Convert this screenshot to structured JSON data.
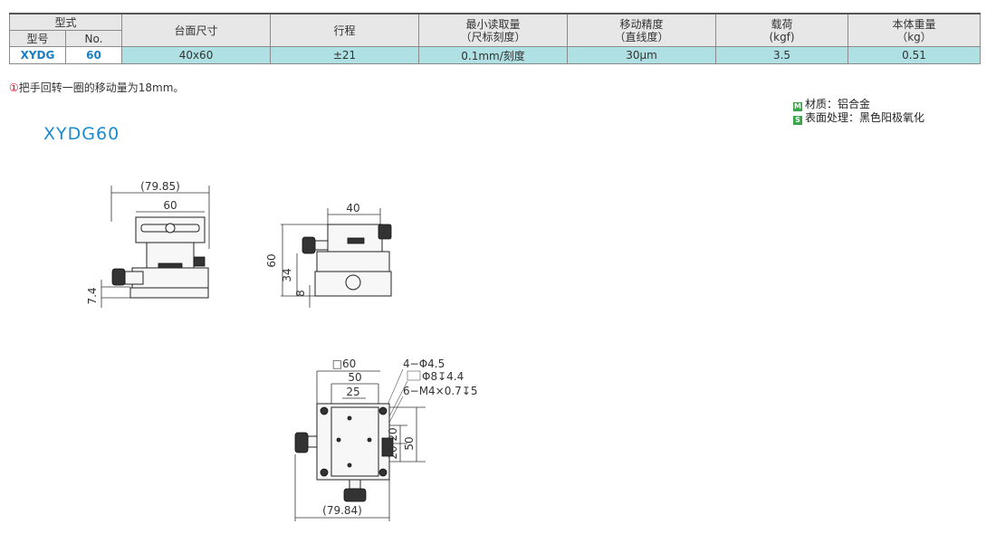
{
  "table": {
    "h_type": "型式",
    "h_model": "型号",
    "h_no": "No.",
    "h_table_size": "台面尺寸",
    "h_travel": "行程",
    "h_min_reading_1": "最小读取量",
    "h_min_reading_2": "（尺标刻度）",
    "h_accuracy_1": "移动精度",
    "h_accuracy_2": "（直线度）",
    "h_load_1": "载荷",
    "h_load_2": "(kgf)",
    "h_weight_1": "本体重量",
    "h_weight_2": "（kg）",
    "row": {
      "model": "XYDG",
      "no": "60",
      "table_size": "40x60",
      "travel": "±21",
      "min_reading": "0.1mm/刻度",
      "accuracy": "30μm",
      "load": "3.5",
      "weight": "0.51"
    }
  },
  "note": {
    "marker": "①",
    "text": "把手回转一圈的移动量为18mm。"
  },
  "materials": {
    "m_badge": "M",
    "m_text": "材质：铝合金",
    "s_badge": "S",
    "s_text": "表面处理：黑色阳极氧化"
  },
  "model_title": "XYDG60",
  "drawing": {
    "front": {
      "overall": "(79.85)",
      "table_w": "60",
      "base_h": "7.4"
    },
    "side": {
      "table_w": "40",
      "height": "60",
      "mid": "34",
      "base": "8"
    },
    "top": {
      "square": "□60",
      "w50": "50",
      "w25": "25",
      "holes1": "4−Φ4.5",
      "holes2": "Φ8↧4.4",
      "holes3": "6−M4×0.7↧5",
      "v20a": "20",
      "v20b": "20",
      "v50": "50",
      "overall": "(79.84)"
    }
  }
}
